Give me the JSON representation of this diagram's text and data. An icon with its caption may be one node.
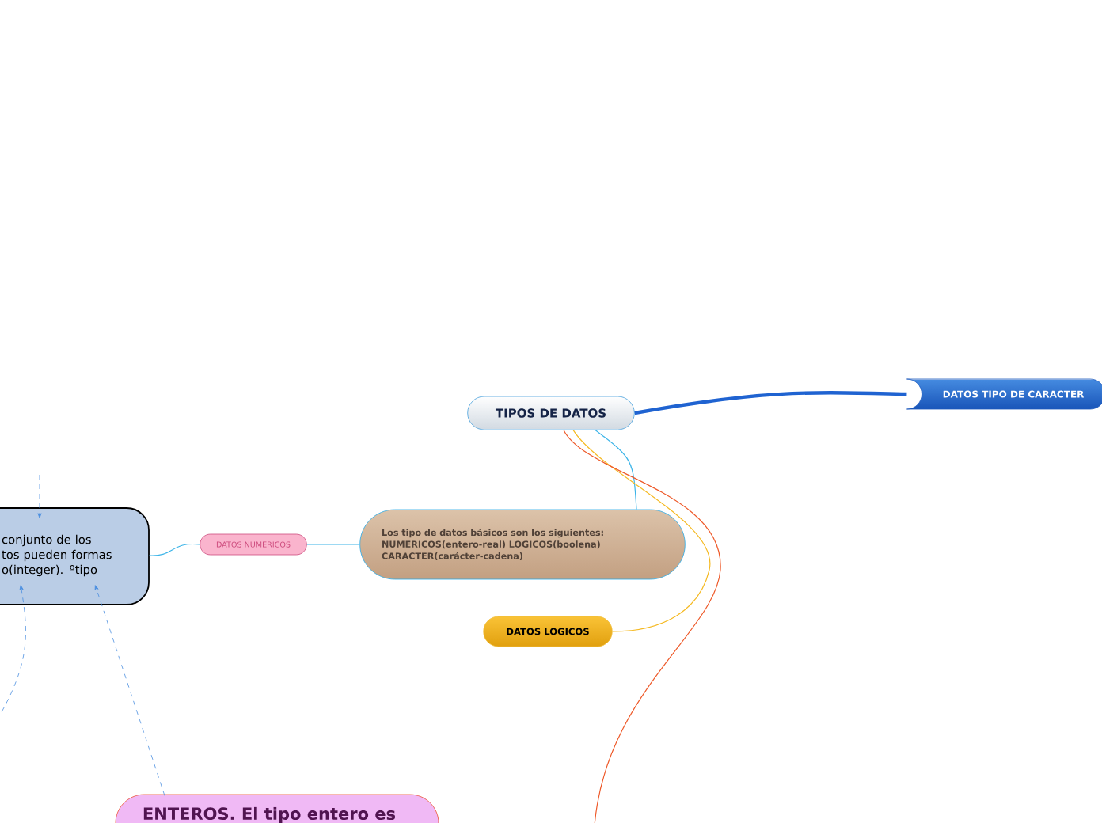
{
  "diagram": {
    "nodes": [
      {
        "text": [
          "TIPOS DE DATOS"
        ]
      },
      {
        "text": [
          "DATOS TIPO DE CARACTER"
        ]
      },
      {
        "text": [
          "Los tipo de datos básicos son los siguientes: NUMERICOS(entero-real) LOGICOS(boolena) CARACTER(carácter-cadena)"
        ]
      },
      {
        "text": [
          "DATOS NUMERICOS"
        ]
      },
      {
        "text": [
          "conjunto de los tos pueden formas o(integer). ºtipo"
        ]
      },
      {
        "text": [
          "DATOS LOGICOS"
        ]
      },
      {
        "text": [
          "ENTEROS. El tipo entero es"
        ]
      }
    ],
    "edges": [
      {
        "from": 0,
        "to": 1,
        "arrow": "none",
        "style": "thick",
        "color": "#1f63d1"
      },
      {
        "from": 0,
        "to": 2,
        "arrow": "none"
      },
      {
        "from": 2,
        "to": 3,
        "arrow": "none"
      },
      {
        "from": 3,
        "to": 4,
        "arrow": "none"
      },
      {
        "from": 0,
        "to": 5,
        "arrow": "none",
        "color": "#f5b921"
      },
      {
        "from": 0,
        "to": null,
        "arrow": "none",
        "color": "#ee5a2a"
      },
      {
        "from": 6,
        "to": 4,
        "arrow": "to",
        "style": "dashed",
        "color": "#4a8ee0"
      },
      {
        "from": null,
        "to": 4,
        "arrow": "to",
        "style": "dashed",
        "color": "#4a8ee0"
      },
      {
        "from": null,
        "to": 4,
        "arrow": "to",
        "style": "dashed",
        "color": "#4a8ee0"
      }
    ]
  }
}
